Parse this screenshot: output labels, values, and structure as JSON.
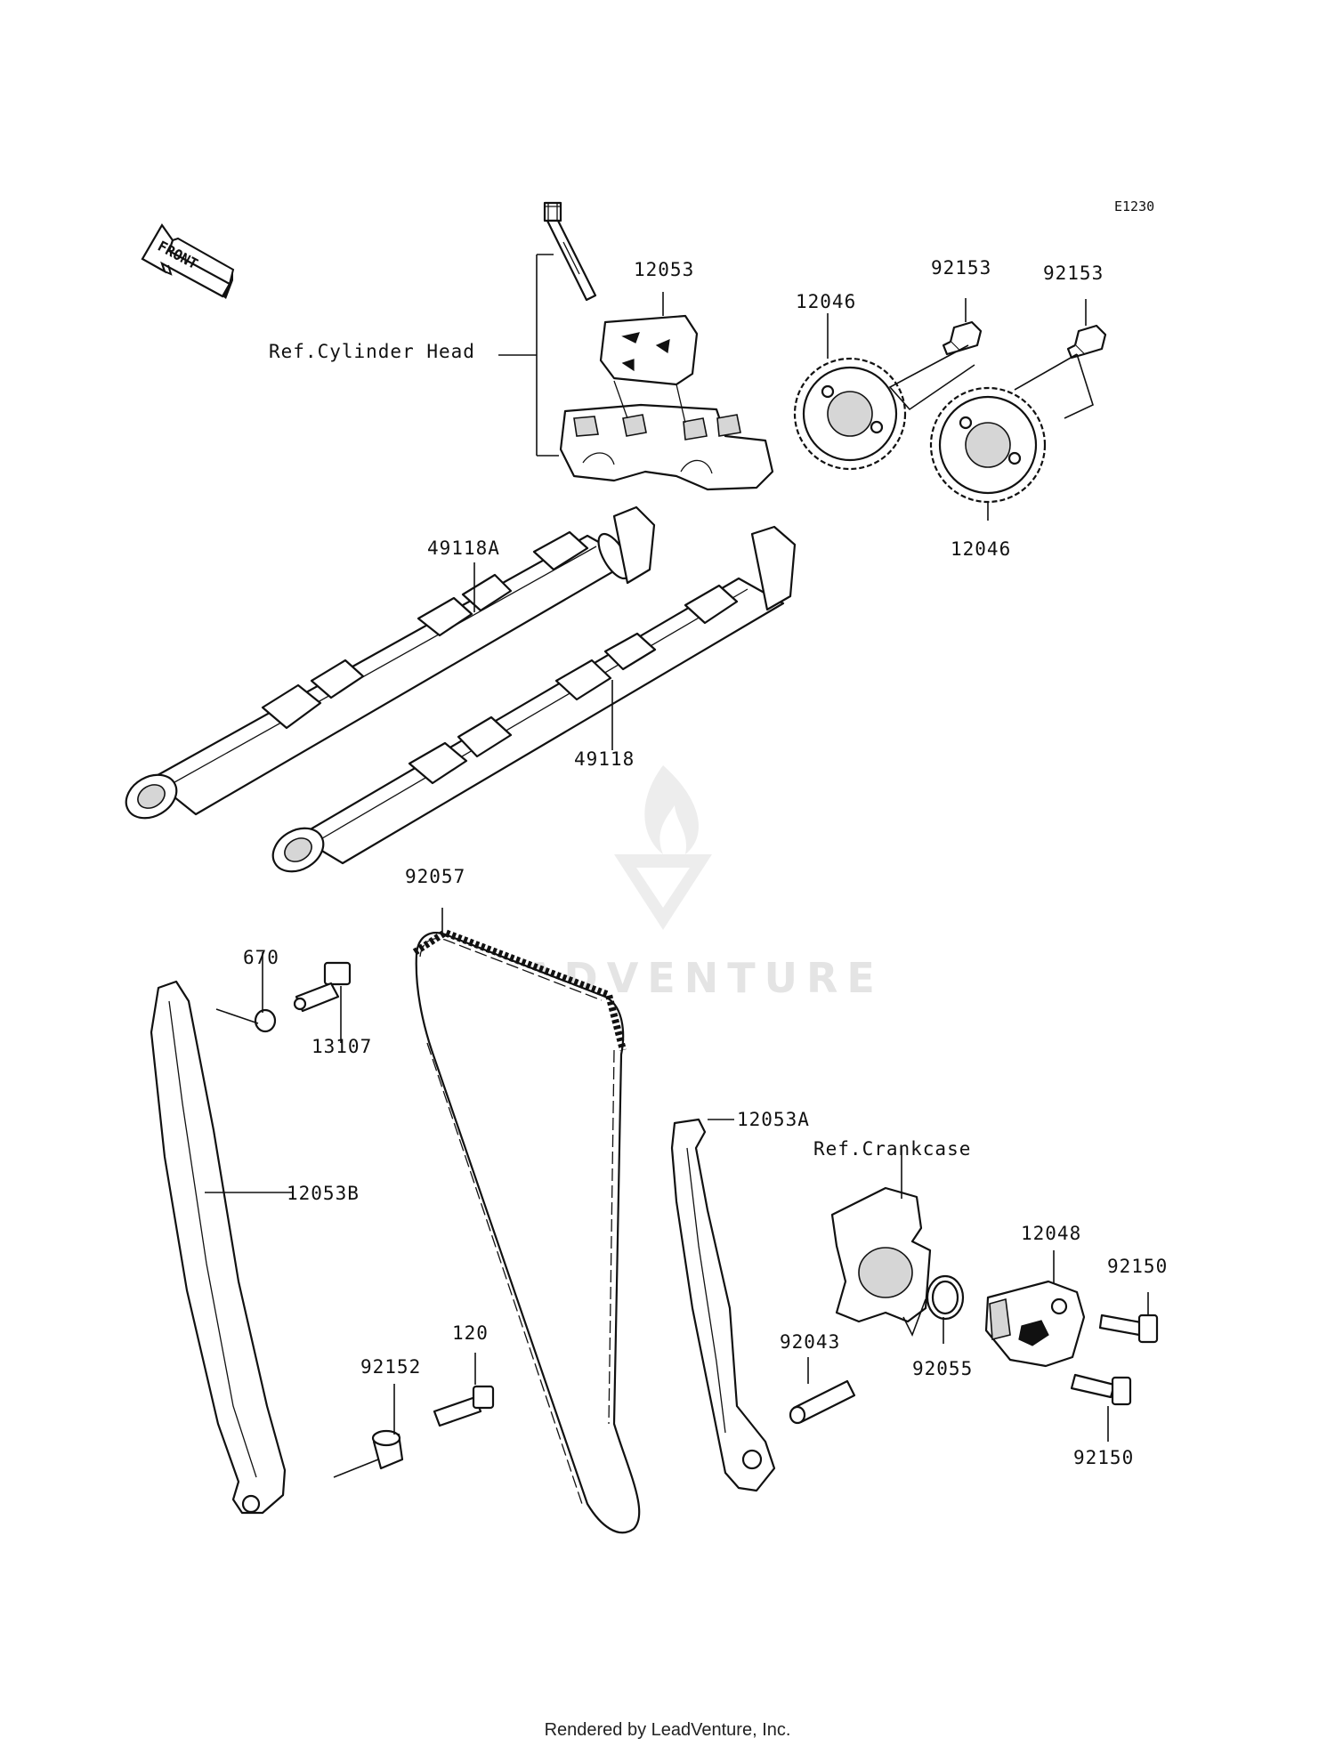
{
  "diagram": {
    "code": "E1230",
    "front_label": "FRONT",
    "watermark": "LEADVENTURE",
    "footer": "Rendered by LeadVenture, Inc.",
    "refs": {
      "cylinder_head": "Ref.Cylinder Head",
      "crankcase": "Ref.Crankcase"
    },
    "parts": {
      "p12053": "12053",
      "p12046_top": "12046",
      "p92153_a": "92153",
      "p92153_b": "92153",
      "p12046_bottom": "12046",
      "p49118A": "49118A",
      "p49118": "49118",
      "p92057": "92057",
      "p670": "670",
      "p13107": "13107",
      "p12053B": "12053B",
      "p12053A": "12053A",
      "p12048": "12048",
      "p92150_a": "92150",
      "p92150_b": "92150",
      "p92055": "92055",
      "p92043": "92043",
      "p120": "120",
      "p92152": "92152"
    }
  }
}
